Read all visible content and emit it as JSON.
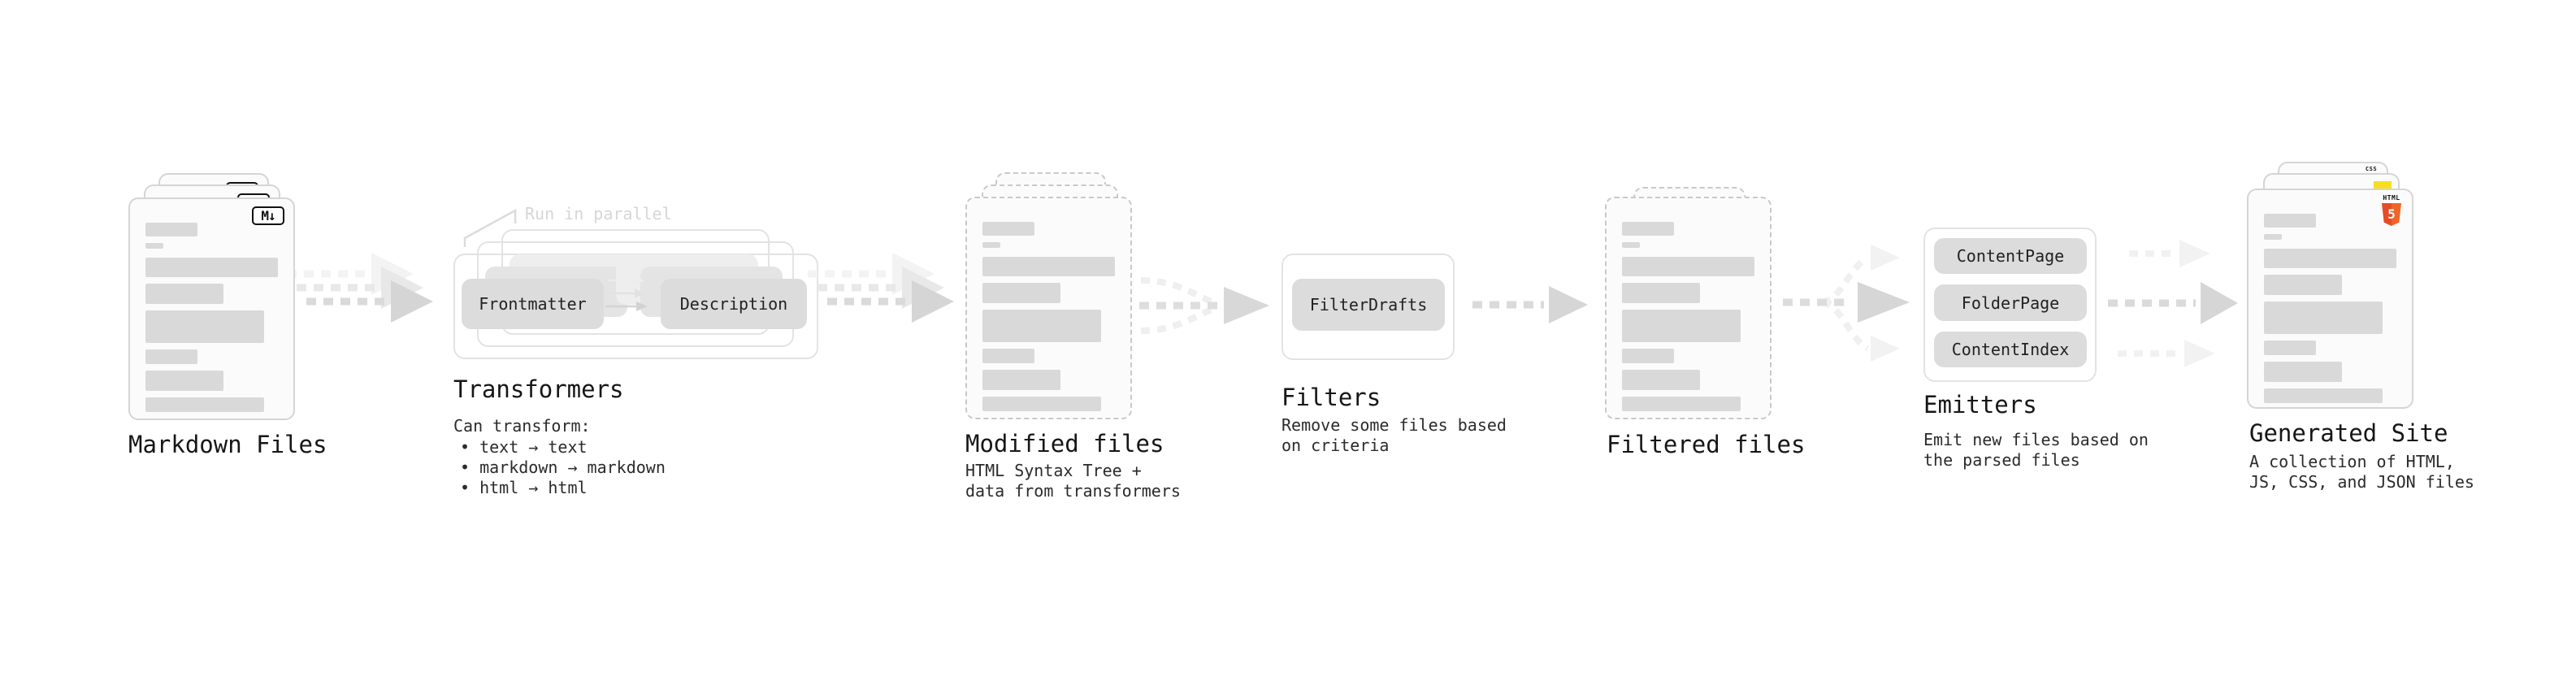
{
  "stages": {
    "markdown_files": {
      "title": "Markdown Files",
      "badge": "M↓"
    },
    "transformers": {
      "title": "Transformers",
      "annotation": "Run in parallel",
      "step1": "Frontmatter",
      "step2": "Description",
      "heading": "Can transform:",
      "bullet1": "• text → text",
      "bullet2": "• markdown → markdown",
      "bullet3": "• html → html"
    },
    "modified_files": {
      "title": "Modified files",
      "description": "HTML Syntax Tree +\ndata from transformers"
    },
    "filters": {
      "title": "Filters",
      "filter1": "FilterDrafts",
      "description": "Remove some files based\non criteria"
    },
    "filtered_files": {
      "title": "Filtered files"
    },
    "emitters": {
      "title": "Emitters",
      "emitter1": "ContentPage",
      "emitter2": "FolderPage",
      "emitter3": "ContentIndex",
      "description": "Emit new files based on\nthe parsed files"
    },
    "generated_site": {
      "title": "Generated Site",
      "description": "A collection of HTML,\nJS, CSS, and JSON files",
      "html_badge_label": "HTML",
      "html_badge_number": "5",
      "css_badge_label": "CSS"
    }
  },
  "colors": {
    "html5_orange": "#e44d26",
    "html5_orange_light": "#f16529",
    "js_yellow": "#f7df1e",
    "css_blue": "#2862e9",
    "card_border": "#d5d5d5",
    "dashed_border": "#c9c9c9",
    "bar_gray": "#d9d9d9",
    "chip_gray": "#dcdcdc",
    "arrow_gray": "#d9d9d9",
    "annotation_gray": "#d6d6d6"
  }
}
